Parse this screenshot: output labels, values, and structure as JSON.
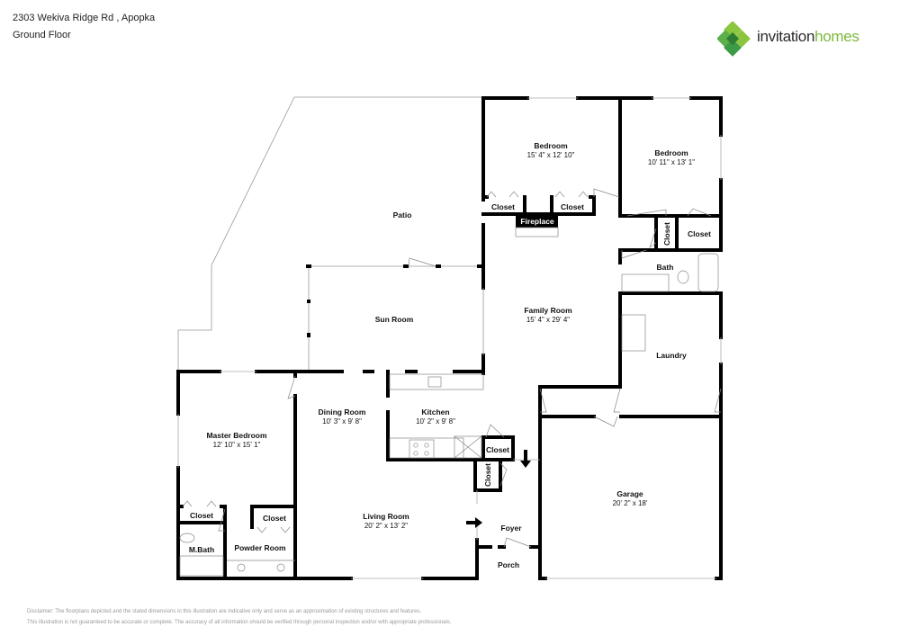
{
  "header": {
    "address": "2303 Wekiva Ridge Rd , Apopka",
    "floor": "Ground Floor"
  },
  "logo": {
    "text_part1": "invitation",
    "text_part2": "homes",
    "icon": "clover-diamond-logo-icon",
    "colors": {
      "dark_text": "#2b2b2b",
      "green": "#7cb83a",
      "dark_green": "#2e8b3e"
    }
  },
  "rooms": {
    "patio": {
      "name": "Patio"
    },
    "sun_room": {
      "name": "Sun Room"
    },
    "bedroom1": {
      "name": "Bedroom",
      "dim": "15' 4\" x 12' 10\""
    },
    "bedroom2": {
      "name": "Bedroom",
      "dim": "10' 11\" x 13' 1\""
    },
    "closet_b1a": {
      "name": "Closet"
    },
    "closet_b1b": {
      "name": "Closet"
    },
    "fireplace": {
      "name": "Fireplace"
    },
    "closet_hall_v": {
      "name": "Closet"
    },
    "closet_b2": {
      "name": "Closet"
    },
    "bath": {
      "name": "Bath"
    },
    "family_room": {
      "name": "Family Room",
      "dim": "15' 4\" x 29' 4\""
    },
    "laundry": {
      "name": "Laundry"
    },
    "master_bedroom": {
      "name": "Master Bedroom",
      "dim": "12' 10\" x 15' 1\""
    },
    "dining_room": {
      "name": "Dining Room",
      "dim": "10' 3\" x 9' 8\""
    },
    "kitchen": {
      "name": "Kitchen",
      "dim": "10' 2\" x 9' 8\""
    },
    "closet_kitchen": {
      "name": "Closet"
    },
    "closet_foyer_v": {
      "name": "Closet"
    },
    "living_room": {
      "name": "Living Room",
      "dim": "20' 2\" x 13' 2\""
    },
    "foyer": {
      "name": "Foyer"
    },
    "porch": {
      "name": "Porch"
    },
    "garage": {
      "name": "Garage",
      "dim": "20' 2\" x 18'"
    },
    "closet_master": {
      "name": "Closet"
    },
    "closet_powder": {
      "name": "Closet"
    },
    "master_bath": {
      "name": "M.Bath"
    },
    "powder_room": {
      "name": "Powder Room"
    }
  },
  "disclaimer": {
    "line1": "Disclaimer: The floorplans depicted and the stated dimensions in this illustration are indicative only and serve as an approximation of existing structures and features.",
    "line2": "This illustration is not guaranteed to be accurate or complete. The accuracy of all information should be verified through personal inspection and/or with appropriate professionals."
  }
}
